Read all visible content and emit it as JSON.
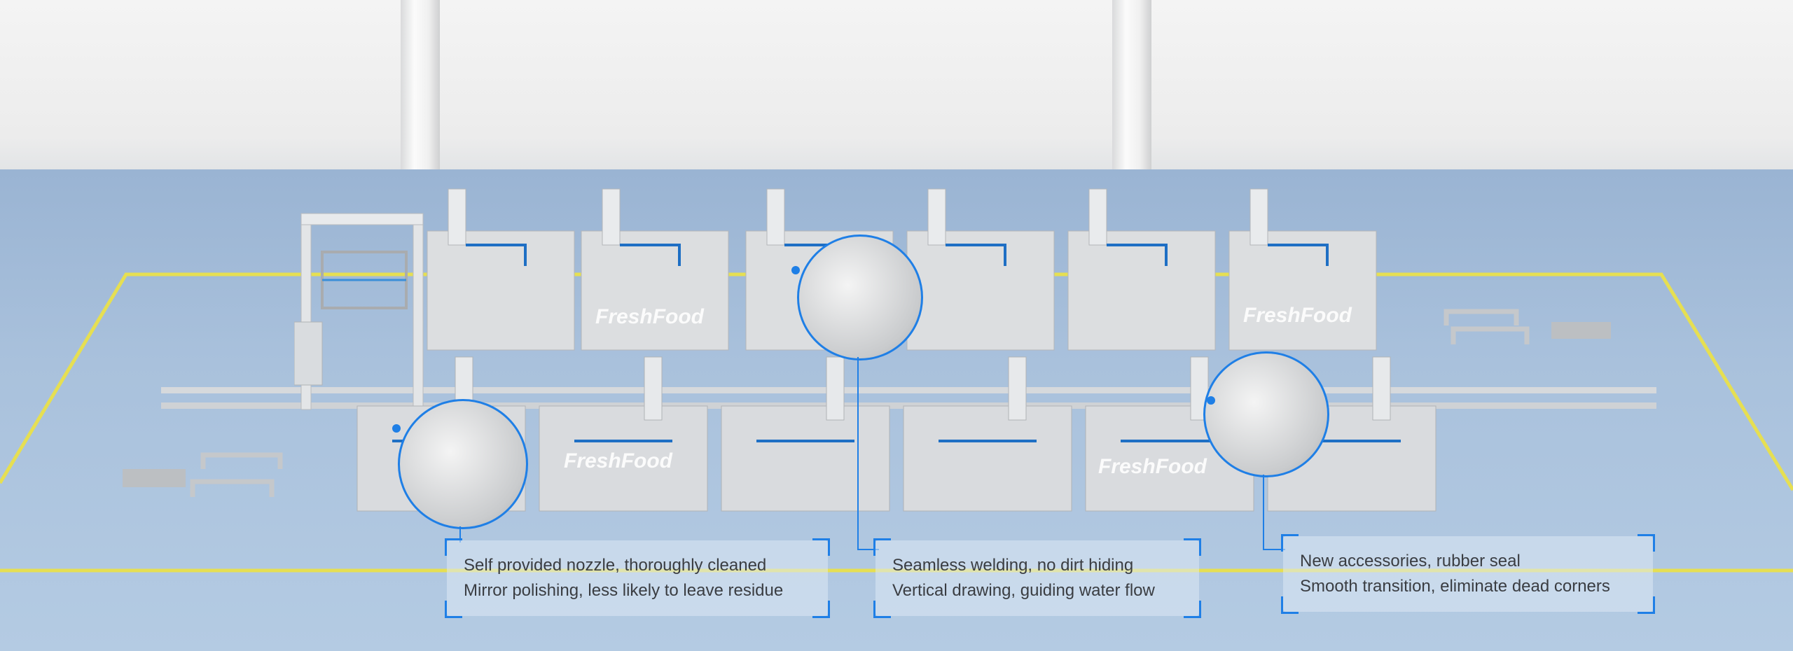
{
  "brand": "FreshFood",
  "callouts": [
    {
      "line1": "Self provided nozzle, thoroughly cleaned",
      "line2": "Mirror polishing, less likely to leave residue"
    },
    {
      "line1": "Seamless welding, no dirt hiding",
      "line2": "Vertical drawing, guiding water flow"
    },
    {
      "line1": "New accessories, rubber seal",
      "line2": "Smooth transition, eliminate dead corners"
    }
  ],
  "colors": {
    "accent": "#1f7fe6",
    "floor": "#a9c1dc",
    "floor_line": "#e8e04a",
    "steel": "#d6d8da"
  },
  "icons": [
    "nozzle-detail-zoom",
    "weld-detail-zoom",
    "seal-detail-zoom"
  ]
}
